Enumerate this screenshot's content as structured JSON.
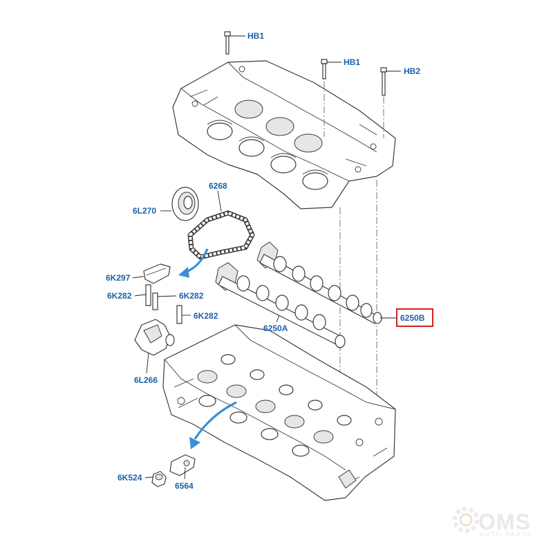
{
  "labels": {
    "hb1_top": "HB1",
    "hb1_right": "HB1",
    "hb2": "HB2",
    "chain": "6268",
    "seal": "6L270",
    "guide": "6K297",
    "bolt_a": "6K282",
    "bolt_b": "6K282",
    "bolt_c": "6K282",
    "tensioner": "6L266",
    "camshaft_a": "6250A",
    "camshaft_b": "6250B",
    "lash_adjuster": "6K524",
    "rocker_arm": "6564"
  },
  "highlight": {
    "part": "6250B",
    "color": "#d42020"
  },
  "colors": {
    "label": "#1d5fa8",
    "arrow": "#3a8fd6"
  },
  "watermark": {
    "text": "OMS",
    "sub": "AUTO PARTS"
  }
}
